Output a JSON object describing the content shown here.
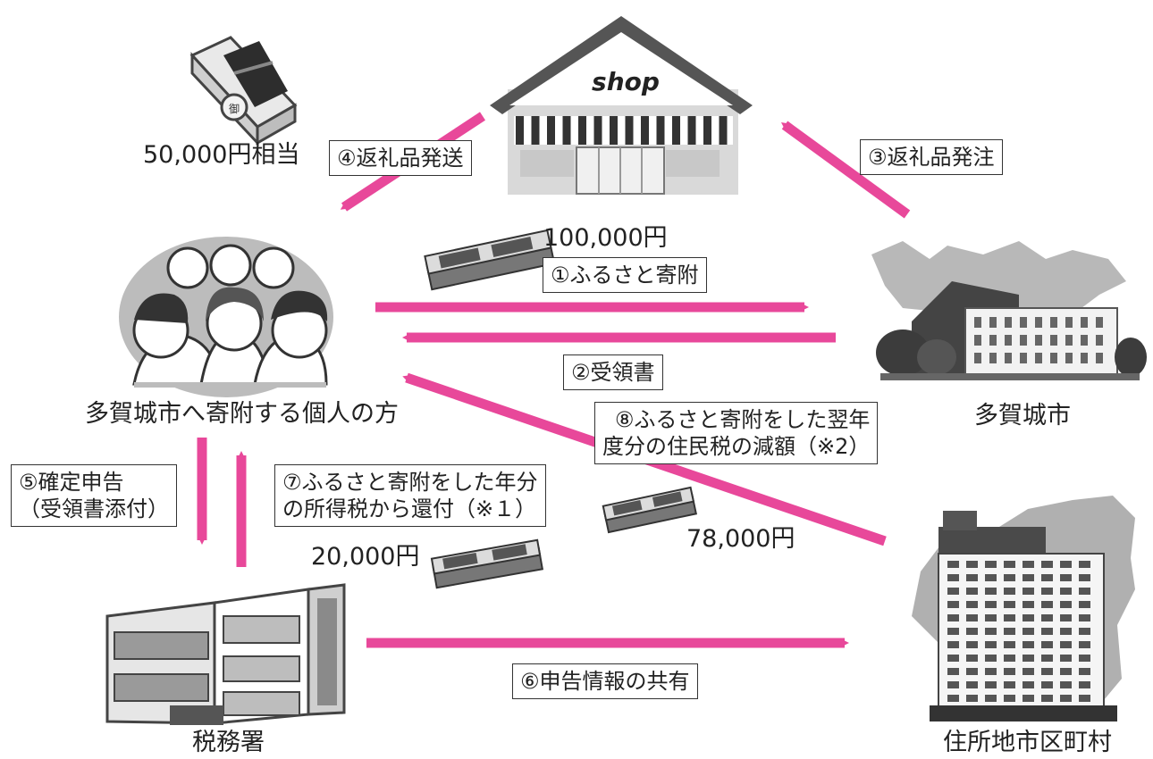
{
  "colors": {
    "arrow": "#e8489a",
    "gray_dark": "#555555",
    "gray_mid": "#9a9a9a",
    "gray_light": "#cfcfcf"
  },
  "nodes": {
    "individuals": {
      "label": "多賀城市へ寄附する個人の方",
      "icon": "family-icon"
    },
    "city": {
      "label": "多賀城市",
      "icon": "city-hall-icon"
    },
    "shop": {
      "sign": "shop",
      "icon": "shop-icon"
    },
    "tax_office": {
      "label": "税務署",
      "icon": "tax-office-icon"
    },
    "municipality": {
      "label": "住所地市区町村",
      "icon": "municipal-office-icon"
    },
    "gift": {
      "icon": "gift-box-icon"
    }
  },
  "steps": {
    "s1": "①ふるさと寄附",
    "s2": "②受領書",
    "s3": "③返礼品発注",
    "s4": "④返礼品発送",
    "s5_line1": "⑤確定申告",
    "s5_line2": "（受領書添付）",
    "s6": "⑥申告情報の共有",
    "s7_line1": "⑦ふるさと寄附をした年分",
    "s7_line2": "の所得税から還付（※１）",
    "s8_line1": "⑧ふるさと寄附をした翌年",
    "s8_line2": "度分の住民税の減額（※2）"
  },
  "amounts": {
    "gift_value": "50,000円相当",
    "donation": "100,000円",
    "income_tax_refund": "20,000円",
    "resident_tax_reduction": "78,000円"
  }
}
